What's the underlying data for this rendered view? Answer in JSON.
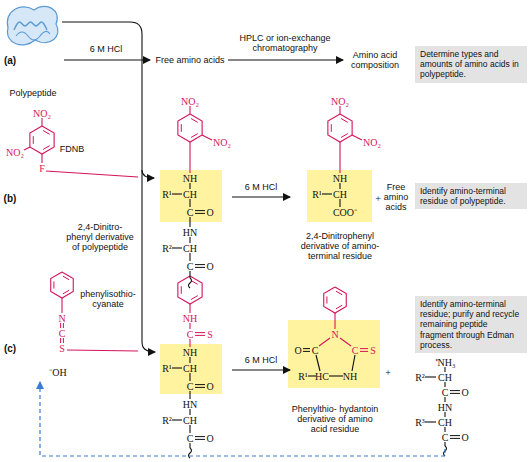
{
  "diagram": {
    "nodes": [
      {
        "text": [
          "Determine types and amounts of amino acids in polypeptide."
        ]
      },
      {
        "text": [
          "Identify amino-terminal residue of polypeptide."
        ]
      },
      {
        "text": [
          "Identify amino-terminal residue; purify and recycle remaining peptide fragment through Edman process."
        ]
      }
    ],
    "labels": [
      "(a)",
      "6 M HCl",
      "Free amino acids",
      "HPLC or ion-exchange chromatography",
      "Amino acid composition",
      "Polypeptide",
      "(b)",
      "NO₂",
      "NO₂",
      "F",
      "FDNB",
      "2,4-Dinitro- phenyl derivative of polypeptide",
      "NO₂",
      "NO₂",
      "NH",
      "R¹",
      "CH",
      "C",
      "O",
      "HN",
      "R²",
      "CH",
      "C",
      "O",
      "6 M HCl",
      "NO₂",
      "NO₂",
      "NH",
      "R¹",
      "CH",
      "COO⁻",
      "2,4-Dinitrophenyl derivative of amino-terminal residue",
      "+",
      "Free amino acids",
      "(c)",
      "N",
      "C",
      "S",
      "phenylisothio- cyanate",
      "⁻OH",
      "NH",
      "C",
      "S",
      "NH",
      "R¹",
      "CH",
      "C",
      "O",
      "HN",
      "R²",
      "CH",
      "C",
      "O",
      "6 M HCl",
      "N",
      "C",
      "S",
      "O",
      "C",
      "NH",
      "HC",
      "R¹",
      "Phenylthio- hydantoin derivative of amino acid residue",
      "+",
      "⁺NH₃",
      "R²",
      "CH",
      "C",
      "O",
      "HN",
      "R³",
      "CH",
      "C",
      "O"
    ]
  }
}
